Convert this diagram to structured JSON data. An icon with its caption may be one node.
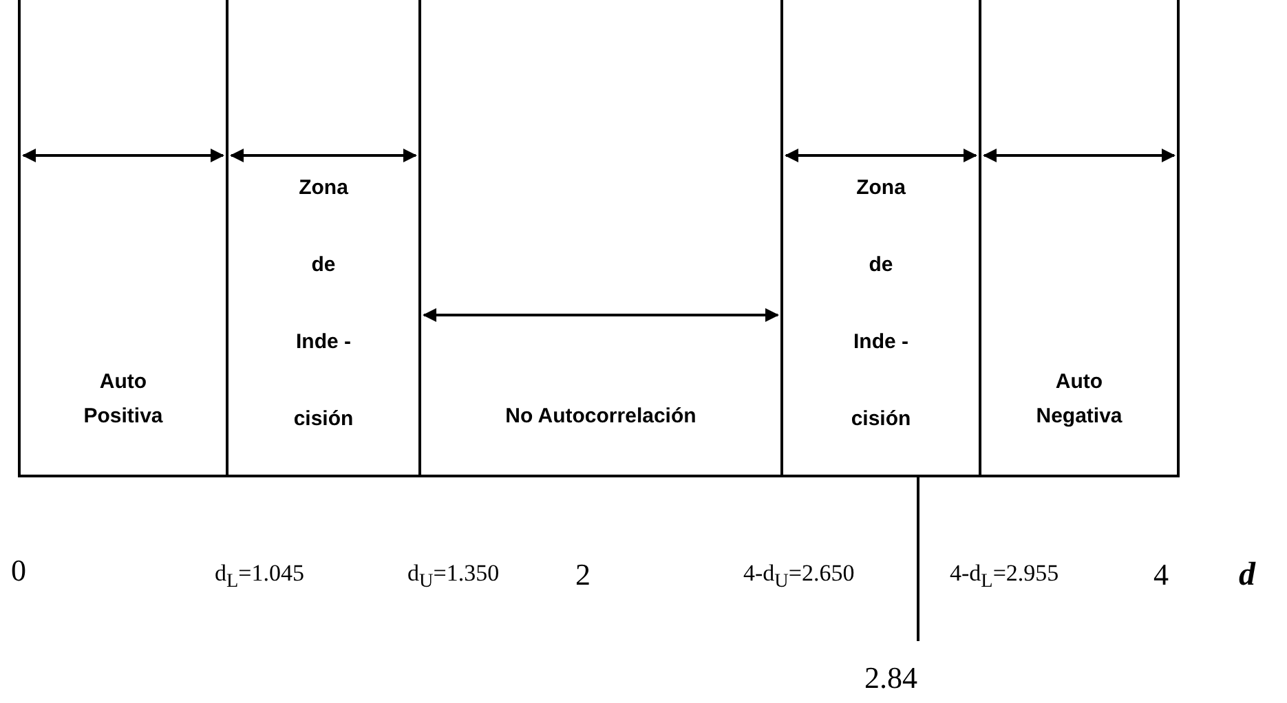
{
  "diagram": {
    "nodes": [
      {
        "text": [
          "Auto Positiva"
        ]
      },
      {
        "text": [
          "Zona de Inde - cisión"
        ]
      },
      {
        "text": [
          "No Autocorrelación"
        ]
      },
      {
        "text": [
          "Zona de Inde - cisión"
        ]
      },
      {
        "text": [
          "Auto Negativa"
        ]
      }
    ],
    "labels": [
      "0",
      "d$_{L}$=1.045",
      "d$_{U}$=1.350",
      "2",
      "4-d$_{U}$=2.650",
      "4-d$_{L}$=2.955",
      "4",
      "d",
      "2.84"
    ]
  }
}
